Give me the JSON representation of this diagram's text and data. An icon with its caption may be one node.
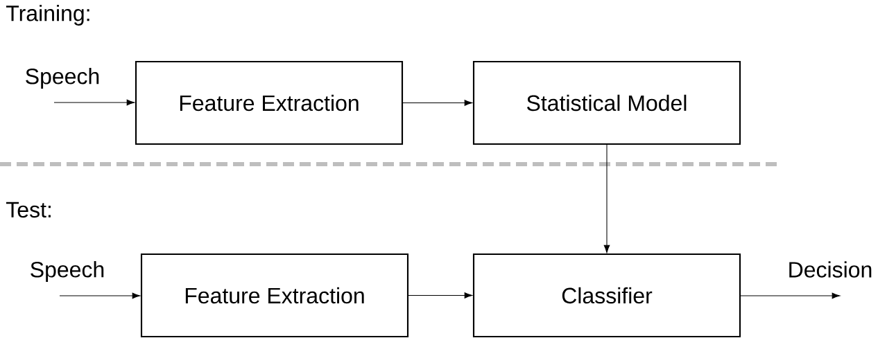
{
  "diagram": {
    "nodes": [
      {
        "text": [
          "Feature Extraction"
        ]
      },
      {
        "text": [
          "Statistical Model"
        ]
      },
      {
        "text": [
          "Feature Extraction"
        ]
      },
      {
        "text": [
          "Classifier"
        ]
      }
    ],
    "edges": [
      {
        "from": null,
        "to": 0,
        "arrow": "to",
        "label": "Speech"
      },
      {
        "from": 0,
        "to": 1,
        "arrow": "to"
      },
      {
        "from": 1,
        "to": 3,
        "arrow": "to"
      },
      {
        "from": null,
        "to": 2,
        "arrow": "to",
        "label": "Speech"
      },
      {
        "from": 2,
        "to": 3,
        "arrow": "to"
      },
      {
        "from": 3,
        "to": null,
        "arrow": "to",
        "label": "Decision"
      }
    ],
    "labels": [
      "Training:",
      "Test:"
    ]
  }
}
